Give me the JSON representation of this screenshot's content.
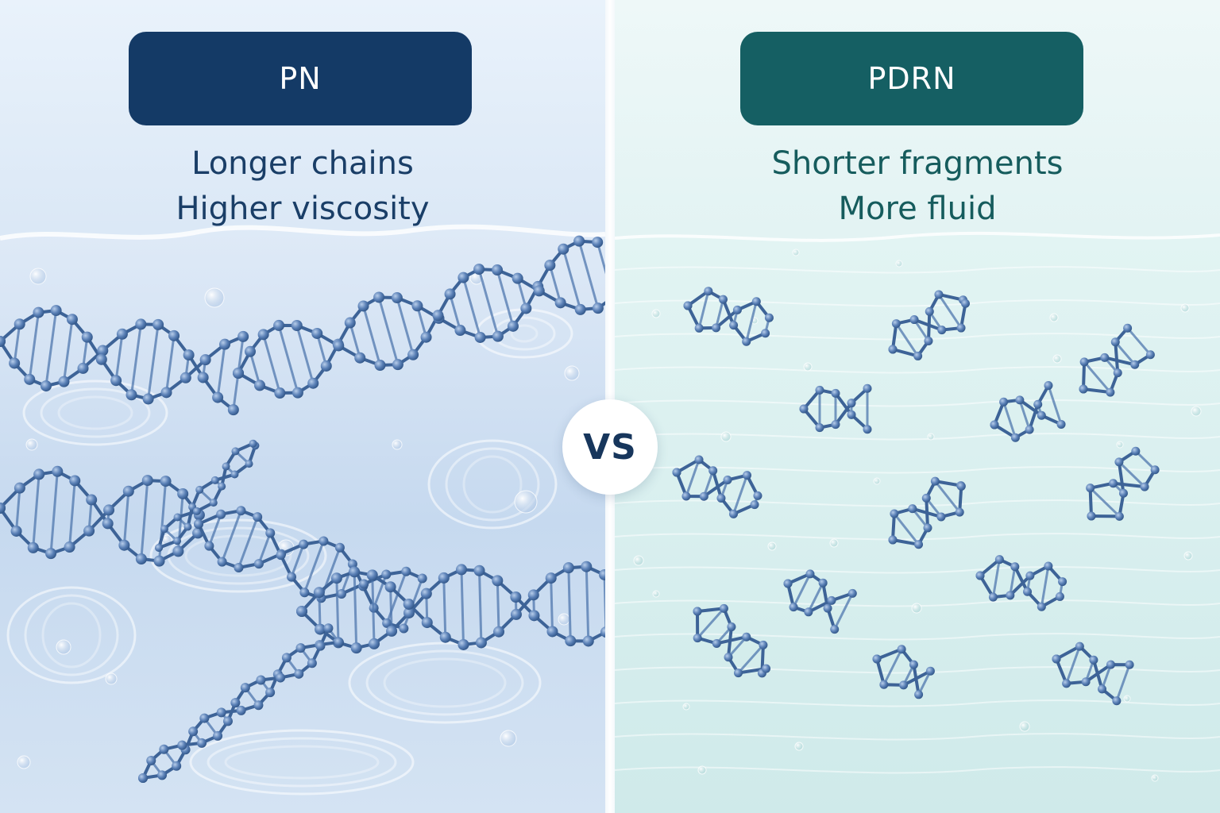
{
  "left": {
    "title": "PN",
    "lines": [
      "Longer chains",
      "Higher viscosity"
    ],
    "accent": "#143a66",
    "text_color": "#1a3e67",
    "icon": "long-dna-helix-icon"
  },
  "right": {
    "title": "PDRN",
    "lines": [
      "Shorter fragments",
      "More fluid"
    ],
    "accent": "#155f63",
    "text_color": "#165c5d",
    "icon": "dna-fragment-icon"
  },
  "center": {
    "label": "VS"
  },
  "colors": {
    "dna_blue": "#4f77ad",
    "gel_blue": "#cfe0f3",
    "water_teal": "#d4eeee"
  }
}
